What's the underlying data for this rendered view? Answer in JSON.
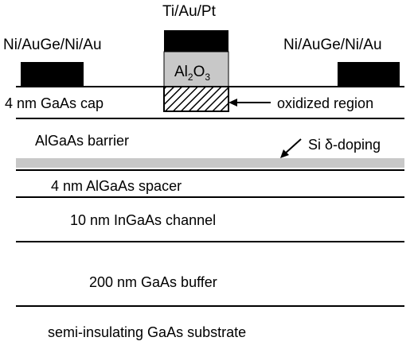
{
  "contacts": {
    "source_label": "Ni/AuGe/Ni/Au",
    "drain_label": "Ni/AuGe/Ni/Au",
    "gate_label": "Ti/Au/Pt"
  },
  "oxide": {
    "label_main": "Al",
    "label_sub1": "2",
    "label_mid": "O",
    "label_sub2": "3"
  },
  "annotations": {
    "oxidized_region": "oxidized region",
    "si_doping": "Si δ-doping"
  },
  "layers": [
    {
      "label": "4 nm GaAs cap"
    },
    {
      "label": "AlGaAs barrier"
    },
    {
      "label": "4 nm AlGaAs spacer"
    },
    {
      "label": "10 nm InGaAs channel"
    },
    {
      "label": "200 nm GaAs buffer"
    },
    {
      "label": "semi-insulating GaAs substrate"
    }
  ],
  "colors": {
    "metal": "#000000",
    "oxide": "#c8c8c8",
    "doping": "#c8c8c8",
    "lines": "#000000"
  }
}
